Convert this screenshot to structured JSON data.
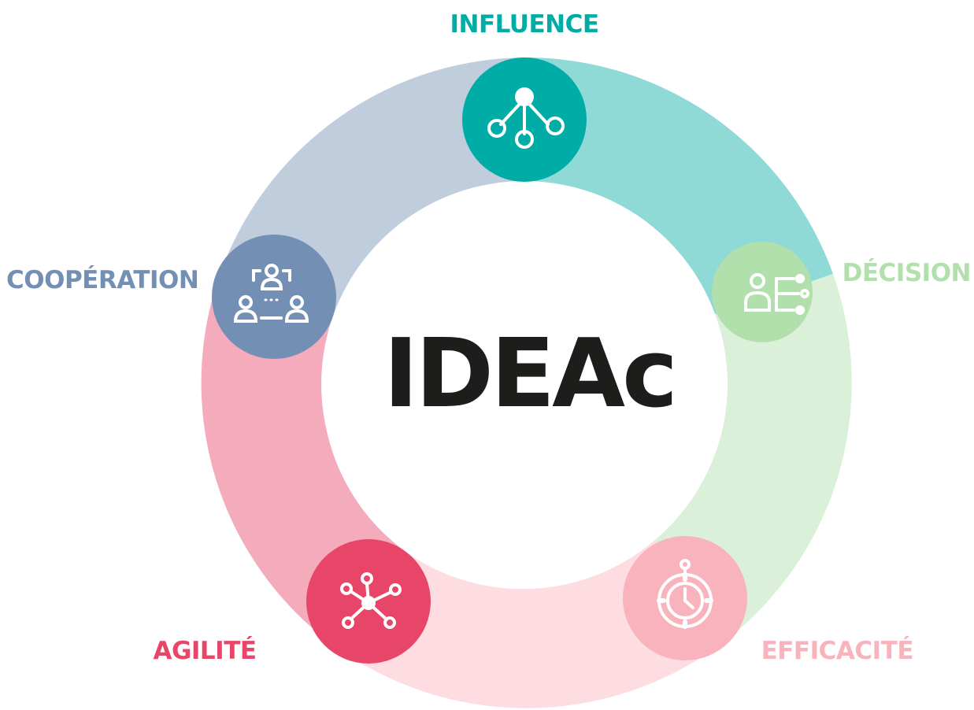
{
  "title": "IDEAc",
  "colors": {
    "title": "#1d1d1b",
    "center_fill": "#ffffff"
  },
  "segments": [
    {
      "key": "influence",
      "label": "INFLUENCE",
      "icon": "network-distribution-icon",
      "band_color": "#8fd9d6",
      "node_color": "#00aca6",
      "label_color": "#00aca6"
    },
    {
      "key": "decision",
      "label": "DÉCISION",
      "icon": "person-decision-icon",
      "band_color": "#daf0d9",
      "node_color": "#b2e0ad",
      "label_color": "#b2e0ad"
    },
    {
      "key": "efficacite",
      "label": "EFFICACITÉ",
      "icon": "stopwatch-gear-icon",
      "band_color": "#fddde2",
      "node_color": "#f9b3bd",
      "label_color": "#f9b3bd"
    },
    {
      "key": "agilite",
      "label": "AGILITÉ",
      "icon": "hub-network-icon",
      "band_color": "#f4abbb",
      "node_color": "#e84669",
      "label_color": "#e84669"
    },
    {
      "key": "cooperation",
      "label": "COOPÉRATION",
      "icon": "team-cooperation-icon",
      "band_color": "#c0cddc",
      "node_color": "#7390b4",
      "label_color": "#7390b4"
    }
  ]
}
